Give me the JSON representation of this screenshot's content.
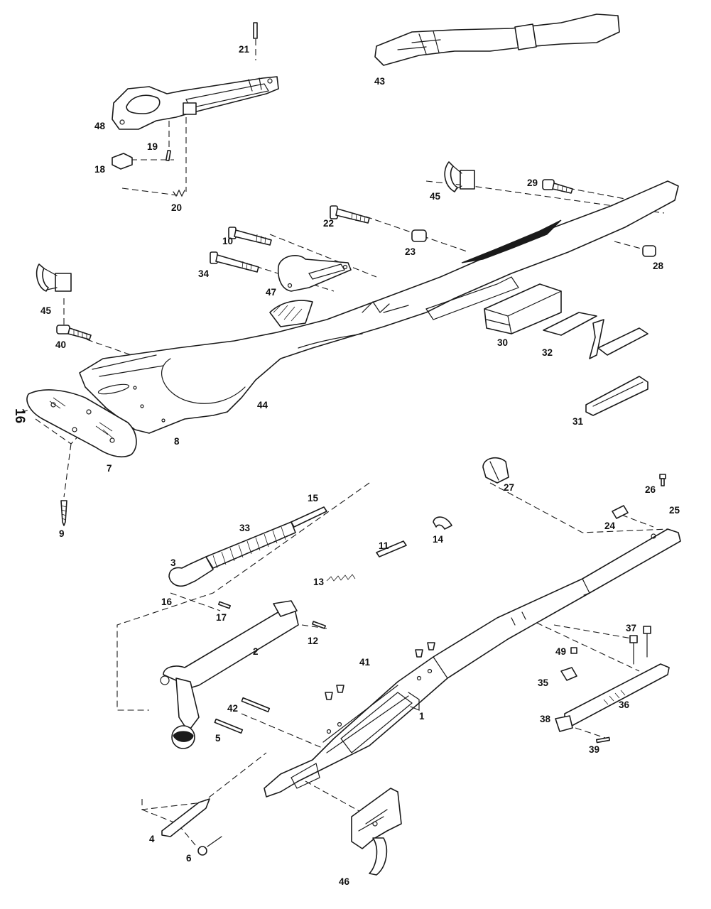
{
  "page_number": "16",
  "colors": {
    "ink": "#1a1a1a",
    "paper": "#ffffff"
  },
  "callouts": [
    {
      "id": "c1",
      "text": "1"
    },
    {
      "id": "c2",
      "text": "2"
    },
    {
      "id": "c3",
      "text": "3"
    },
    {
      "id": "c4",
      "text": "4"
    },
    {
      "id": "c5",
      "text": "5"
    },
    {
      "id": "c6",
      "text": "6"
    },
    {
      "id": "c7",
      "text": "7"
    },
    {
      "id": "c8",
      "text": "8"
    },
    {
      "id": "c9",
      "text": "9"
    },
    {
      "id": "c10",
      "text": "10"
    },
    {
      "id": "c11",
      "text": "11"
    },
    {
      "id": "c12",
      "text": "12"
    },
    {
      "id": "c13",
      "text": "13"
    },
    {
      "id": "c14",
      "text": "14"
    },
    {
      "id": "c15",
      "text": "15"
    },
    {
      "id": "c16",
      "text": "16"
    },
    {
      "id": "c17",
      "text": "17"
    },
    {
      "id": "c18",
      "text": "18"
    },
    {
      "id": "c19",
      "text": "19"
    },
    {
      "id": "c20",
      "text": "20"
    },
    {
      "id": "c21",
      "text": "21"
    },
    {
      "id": "c22",
      "text": "22"
    },
    {
      "id": "c23",
      "text": "23"
    },
    {
      "id": "c24",
      "text": "24"
    },
    {
      "id": "c25",
      "text": "25"
    },
    {
      "id": "c26",
      "text": "26"
    },
    {
      "id": "c27",
      "text": "27"
    },
    {
      "id": "c28",
      "text": "28"
    },
    {
      "id": "c29",
      "text": "29"
    },
    {
      "id": "c30",
      "text": "30"
    },
    {
      "id": "c31",
      "text": "31"
    },
    {
      "id": "c32",
      "text": "32"
    },
    {
      "id": "c33",
      "text": "33"
    },
    {
      "id": "c34",
      "text": "34"
    },
    {
      "id": "c35",
      "text": "35"
    },
    {
      "id": "c36",
      "text": "36"
    },
    {
      "id": "c37",
      "text": "37"
    },
    {
      "id": "c38",
      "text": "38"
    },
    {
      "id": "c39",
      "text": "39"
    },
    {
      "id": "c40",
      "text": "40"
    },
    {
      "id": "c41",
      "text": "41"
    },
    {
      "id": "c42",
      "text": "42"
    },
    {
      "id": "c43",
      "text": "43"
    },
    {
      "id": "c44",
      "text": "44"
    },
    {
      "id": "c45a",
      "text": "45"
    },
    {
      "id": "c45b",
      "text": "45"
    },
    {
      "id": "c46",
      "text": "46"
    },
    {
      "id": "c47",
      "text": "47"
    },
    {
      "id": "c48",
      "text": "48"
    },
    {
      "id": "c49",
      "text": "49"
    }
  ]
}
